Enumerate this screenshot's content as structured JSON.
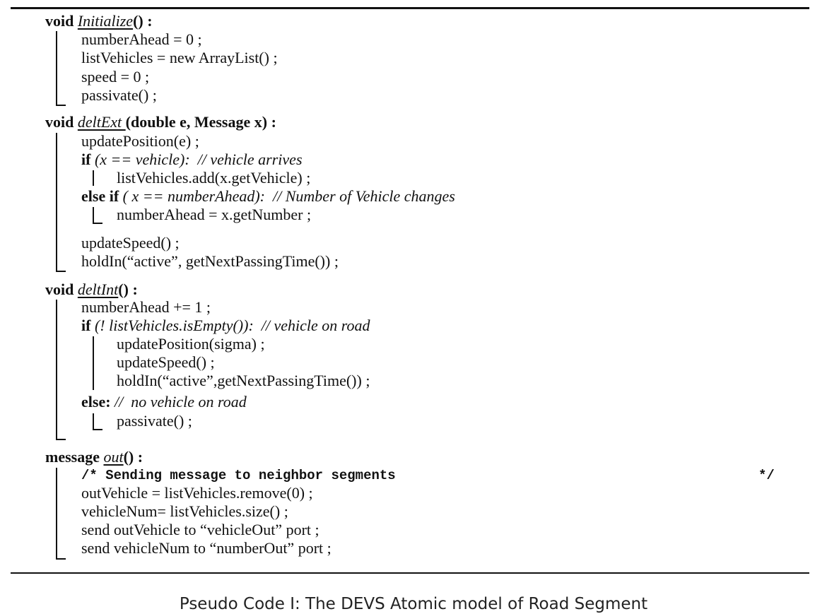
{
  "algorithm": {
    "initialize": {
      "sig_prefix": "void ",
      "name": "Initialize",
      "sig_suffix": "() :",
      "body": [
        "numberAhead = 0 ;",
        "listVehicles = new ArrayList() ;",
        "speed = 0 ;",
        "passivate() ;"
      ]
    },
    "deltext": {
      "sig_prefix": "void ",
      "name": "deltExt ",
      "sig_suffix": "(double e, Message x) :",
      "line1": "updatePosition(e) ;",
      "if_kw": "if",
      "if_cond": " (x == vehicle):",
      "if_comment": "  // vehicle arrives",
      "if_body": "listVehicles.add(x.getVehicle) ;",
      "elseif_kw": "else if",
      "elseif_cond": " ( x == numberAhead):",
      "elseif_comment": "  // Number of Vehicle changes",
      "elseif_body": "numberAhead = x.getNumber ;",
      "line_speed": "updateSpeed() ;",
      "line_hold": "holdIn(“active”, getNextPassingTime()) ;"
    },
    "deltint": {
      "sig_prefix": "void ",
      "name": "deltInt",
      "sig_suffix": "() :",
      "line1": "numberAhead += 1 ;",
      "if_kw": "if",
      "if_cond": " (! listVehicles.isEmpty()):",
      "if_comment": "  // vehicle on road",
      "if_body": [
        "updatePosition(sigma) ;",
        "updateSpeed() ;",
        "holdIn(“active”,getNextPassingTime()) ;"
      ],
      "else_kw": "else:",
      "else_comment": " //  no vehicle on road",
      "else_body": "passivate() ;"
    },
    "out": {
      "sig_prefix": "message ",
      "name": "out",
      "sig_suffix": "() :",
      "comment_start": "/* Sending message to neighbor segments",
      "comment_end": "*/",
      "body": [
        "outVehicle = listVehicles.remove(0) ;",
        "vehicleNum= listVehicles.size() ;",
        "send outVehicle to “vehicleOut” port ;",
        "send vehicleNum to “numberOut” port ;"
      ]
    }
  },
  "caption": "Pseudo Code I:  The DEVS Atomic model of Road Segment"
}
